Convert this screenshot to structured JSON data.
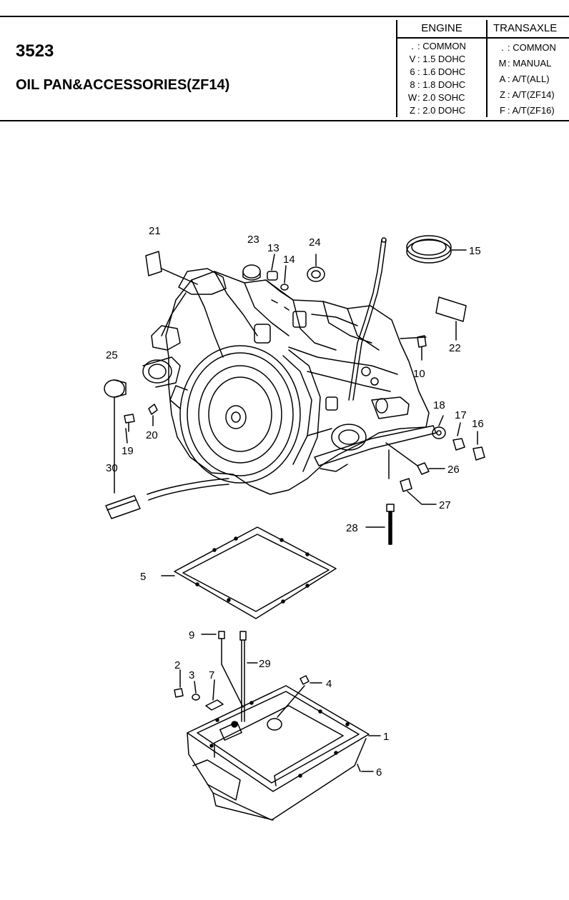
{
  "header": {
    "code": "3523",
    "title": "OIL PAN&ACCESSORIES(ZF14)",
    "engine": {
      "heading": "ENGINE",
      "rows": [
        {
          "key": ".",
          "value": ": COMMON"
        },
        {
          "key": "V",
          "value": ": 1.5 DOHC"
        },
        {
          "key": "6",
          "value": ": 1.6 DOHC"
        },
        {
          "key": "8",
          "value": ": 1.8 DOHC"
        },
        {
          "key": "W",
          "value": ": 2.0 SOHC"
        },
        {
          "key": "Z",
          "value": ": 2.0 DOHC"
        }
      ]
    },
    "transaxle": {
      "heading": "TRANSAXLE",
      "rows": [
        {
          "key": ".",
          "value": ": COMMON"
        },
        {
          "key": "M",
          "value": ": MANUAL"
        },
        {
          "key": "A",
          "value": ": A/T(ALL)"
        },
        {
          "key": "Z",
          "value": ": A/T(ZF14)"
        },
        {
          "key": "F",
          "value": ": A/T(ZF16)"
        }
      ]
    }
  },
  "callouts": {
    "c1": "1",
    "c2": "2",
    "c3": "3",
    "c4": "4",
    "c5": "5",
    "c6": "6",
    "c7": "7",
    "c9": "9",
    "c10": "10",
    "c13": "13",
    "c14": "14",
    "c15": "15",
    "c16": "16",
    "c17": "17",
    "c18": "18",
    "c19": "19",
    "c20": "20",
    "c21": "21",
    "c22": "22",
    "c23": "23",
    "c24": "24",
    "c25": "25",
    "c26": "26",
    "c27": "27",
    "c28": "28",
    "c29": "29",
    "c30": "30"
  }
}
